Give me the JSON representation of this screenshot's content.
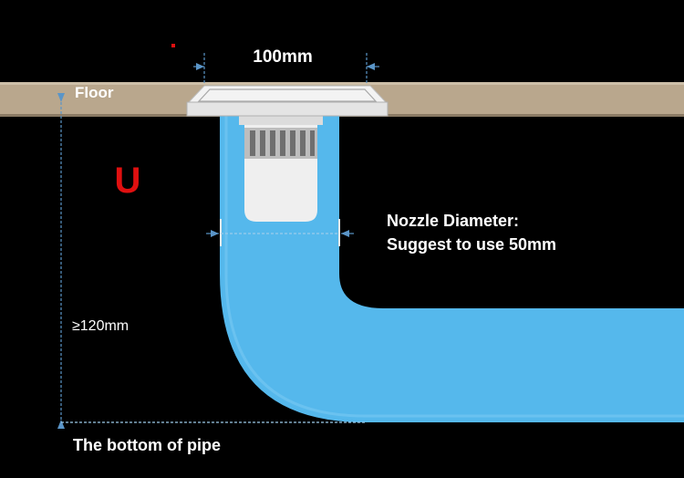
{
  "labels": {
    "width_label": "100mm",
    "floor_label": "Floor",
    "u_label": "U",
    "nozzle_line1": "Nozzle Diameter:",
    "nozzle_line2": "Suggest to use 50mm",
    "depth_label": "≥120mm",
    "bottom_label": "The bottom of pipe"
  },
  "colors": {
    "background": "#000000",
    "floor": "#b9a78d",
    "pipe": "#55b8ec",
    "drain": "#e9e9e9",
    "dimension": "#5a95c8",
    "accent": "#e01010",
    "text": "#ffffff"
  }
}
